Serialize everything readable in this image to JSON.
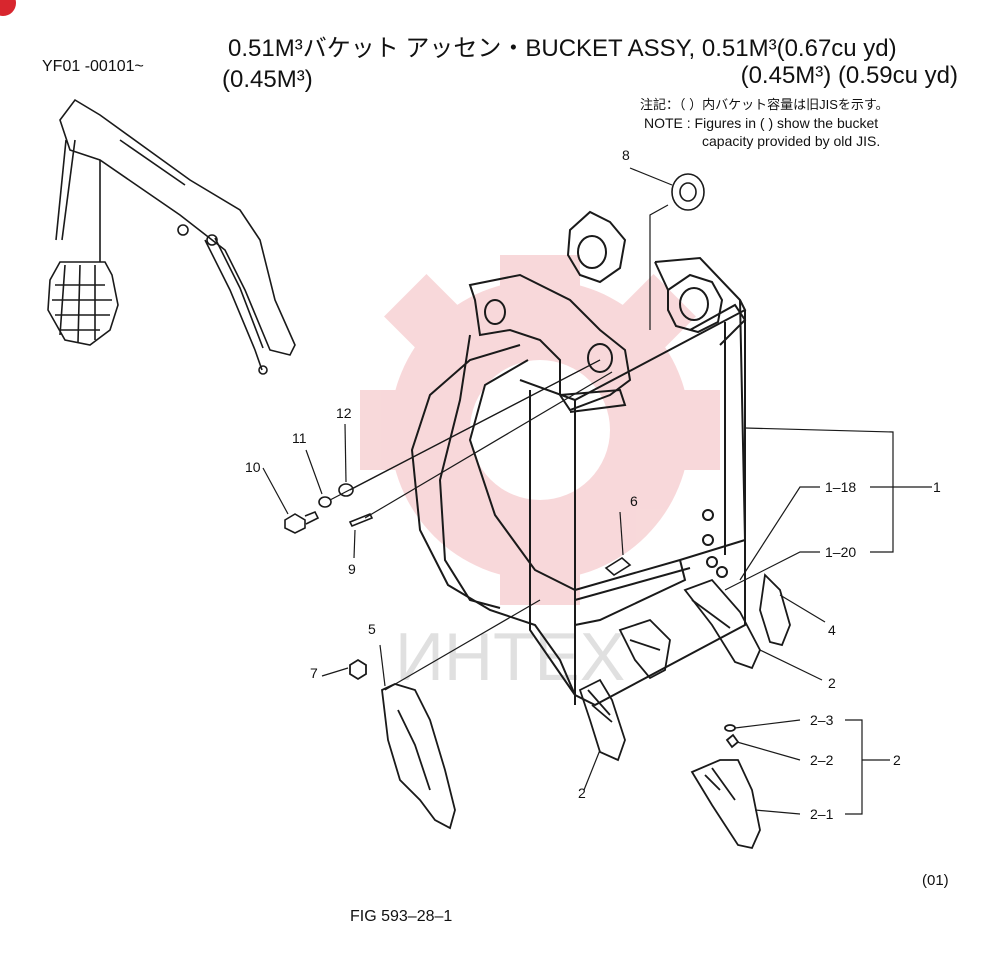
{
  "header": {
    "serial": "YF01 -00101~",
    "title_line1": "0.51M³バケット アッセン・BUCKET ASSY, 0.51M³(0.67cu yd)",
    "title_line2_left": "(0.45M³)",
    "title_line2_right": "(0.45M³) (0.59cu yd)"
  },
  "note": {
    "jp": "注記：（ ）内バケット容量は旧JISを示す。",
    "en_line1": "NOTE : Figures in ( ) show the bucket",
    "en_line2": "capacity provided by old JIS."
  },
  "watermark": "ИНТЕХ",
  "callouts": {
    "p1": "1",
    "p1_18": "1–18",
    "p1_20": "1–20",
    "p2a": "2",
    "p2b": "2",
    "p2_group": "2",
    "p2_1": "2–1",
    "p2_2": "2–2",
    "p2_3": "2–3",
    "p4": "4",
    "p5": "5",
    "p6": "6",
    "p7": "7",
    "p8": "8",
    "p9": "9",
    "p10": "10",
    "p11": "11",
    "p12": "12"
  },
  "footer": {
    "page_code": "(01)",
    "figure": "FIG 593–28–1"
  },
  "colors": {
    "line": "#1a1a1a",
    "watermark": "#f3b9bc",
    "badge": "#d8262e"
  }
}
